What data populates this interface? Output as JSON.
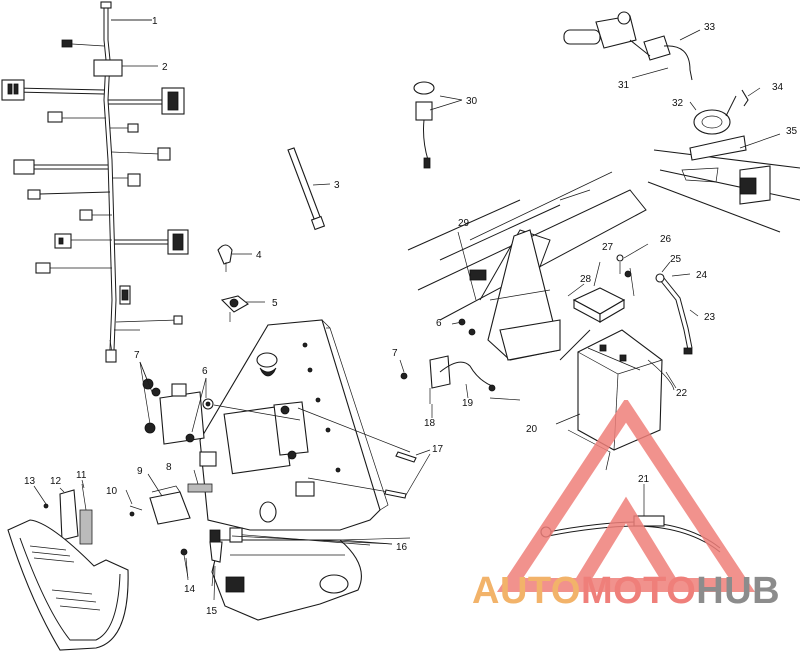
{
  "callouts": {
    "c1": "1",
    "c2": "2",
    "c3": "3",
    "c4": "4",
    "c5": "5",
    "c6a": "6",
    "c6b": "6",
    "c7a": "7",
    "c7b": "7",
    "c8": "8",
    "c9": "9",
    "c10": "10",
    "c11": "11",
    "c12": "12",
    "c13": "13",
    "c14": "14",
    "c15": "15",
    "c16": "16",
    "c17": "17",
    "c18": "18",
    "c19": "19",
    "c20": "20",
    "c21": "21",
    "c22": "22",
    "c23": "23",
    "c24": "24",
    "c25": "25",
    "c26": "26",
    "c27": "27",
    "c28": "28",
    "c29": "29",
    "c30": "30",
    "c31": "31",
    "c32": "32",
    "c33": "33",
    "c34": "34",
    "c35": "35"
  },
  "watermark": {
    "part1": "AUTO",
    "part2": "MOTO",
    "part3": "HUB",
    "colors": {
      "auto": "#f2b36a",
      "moto": "#ef7f7a",
      "hub": "#8c8c8c",
      "logo": "#ef7f7a"
    }
  }
}
